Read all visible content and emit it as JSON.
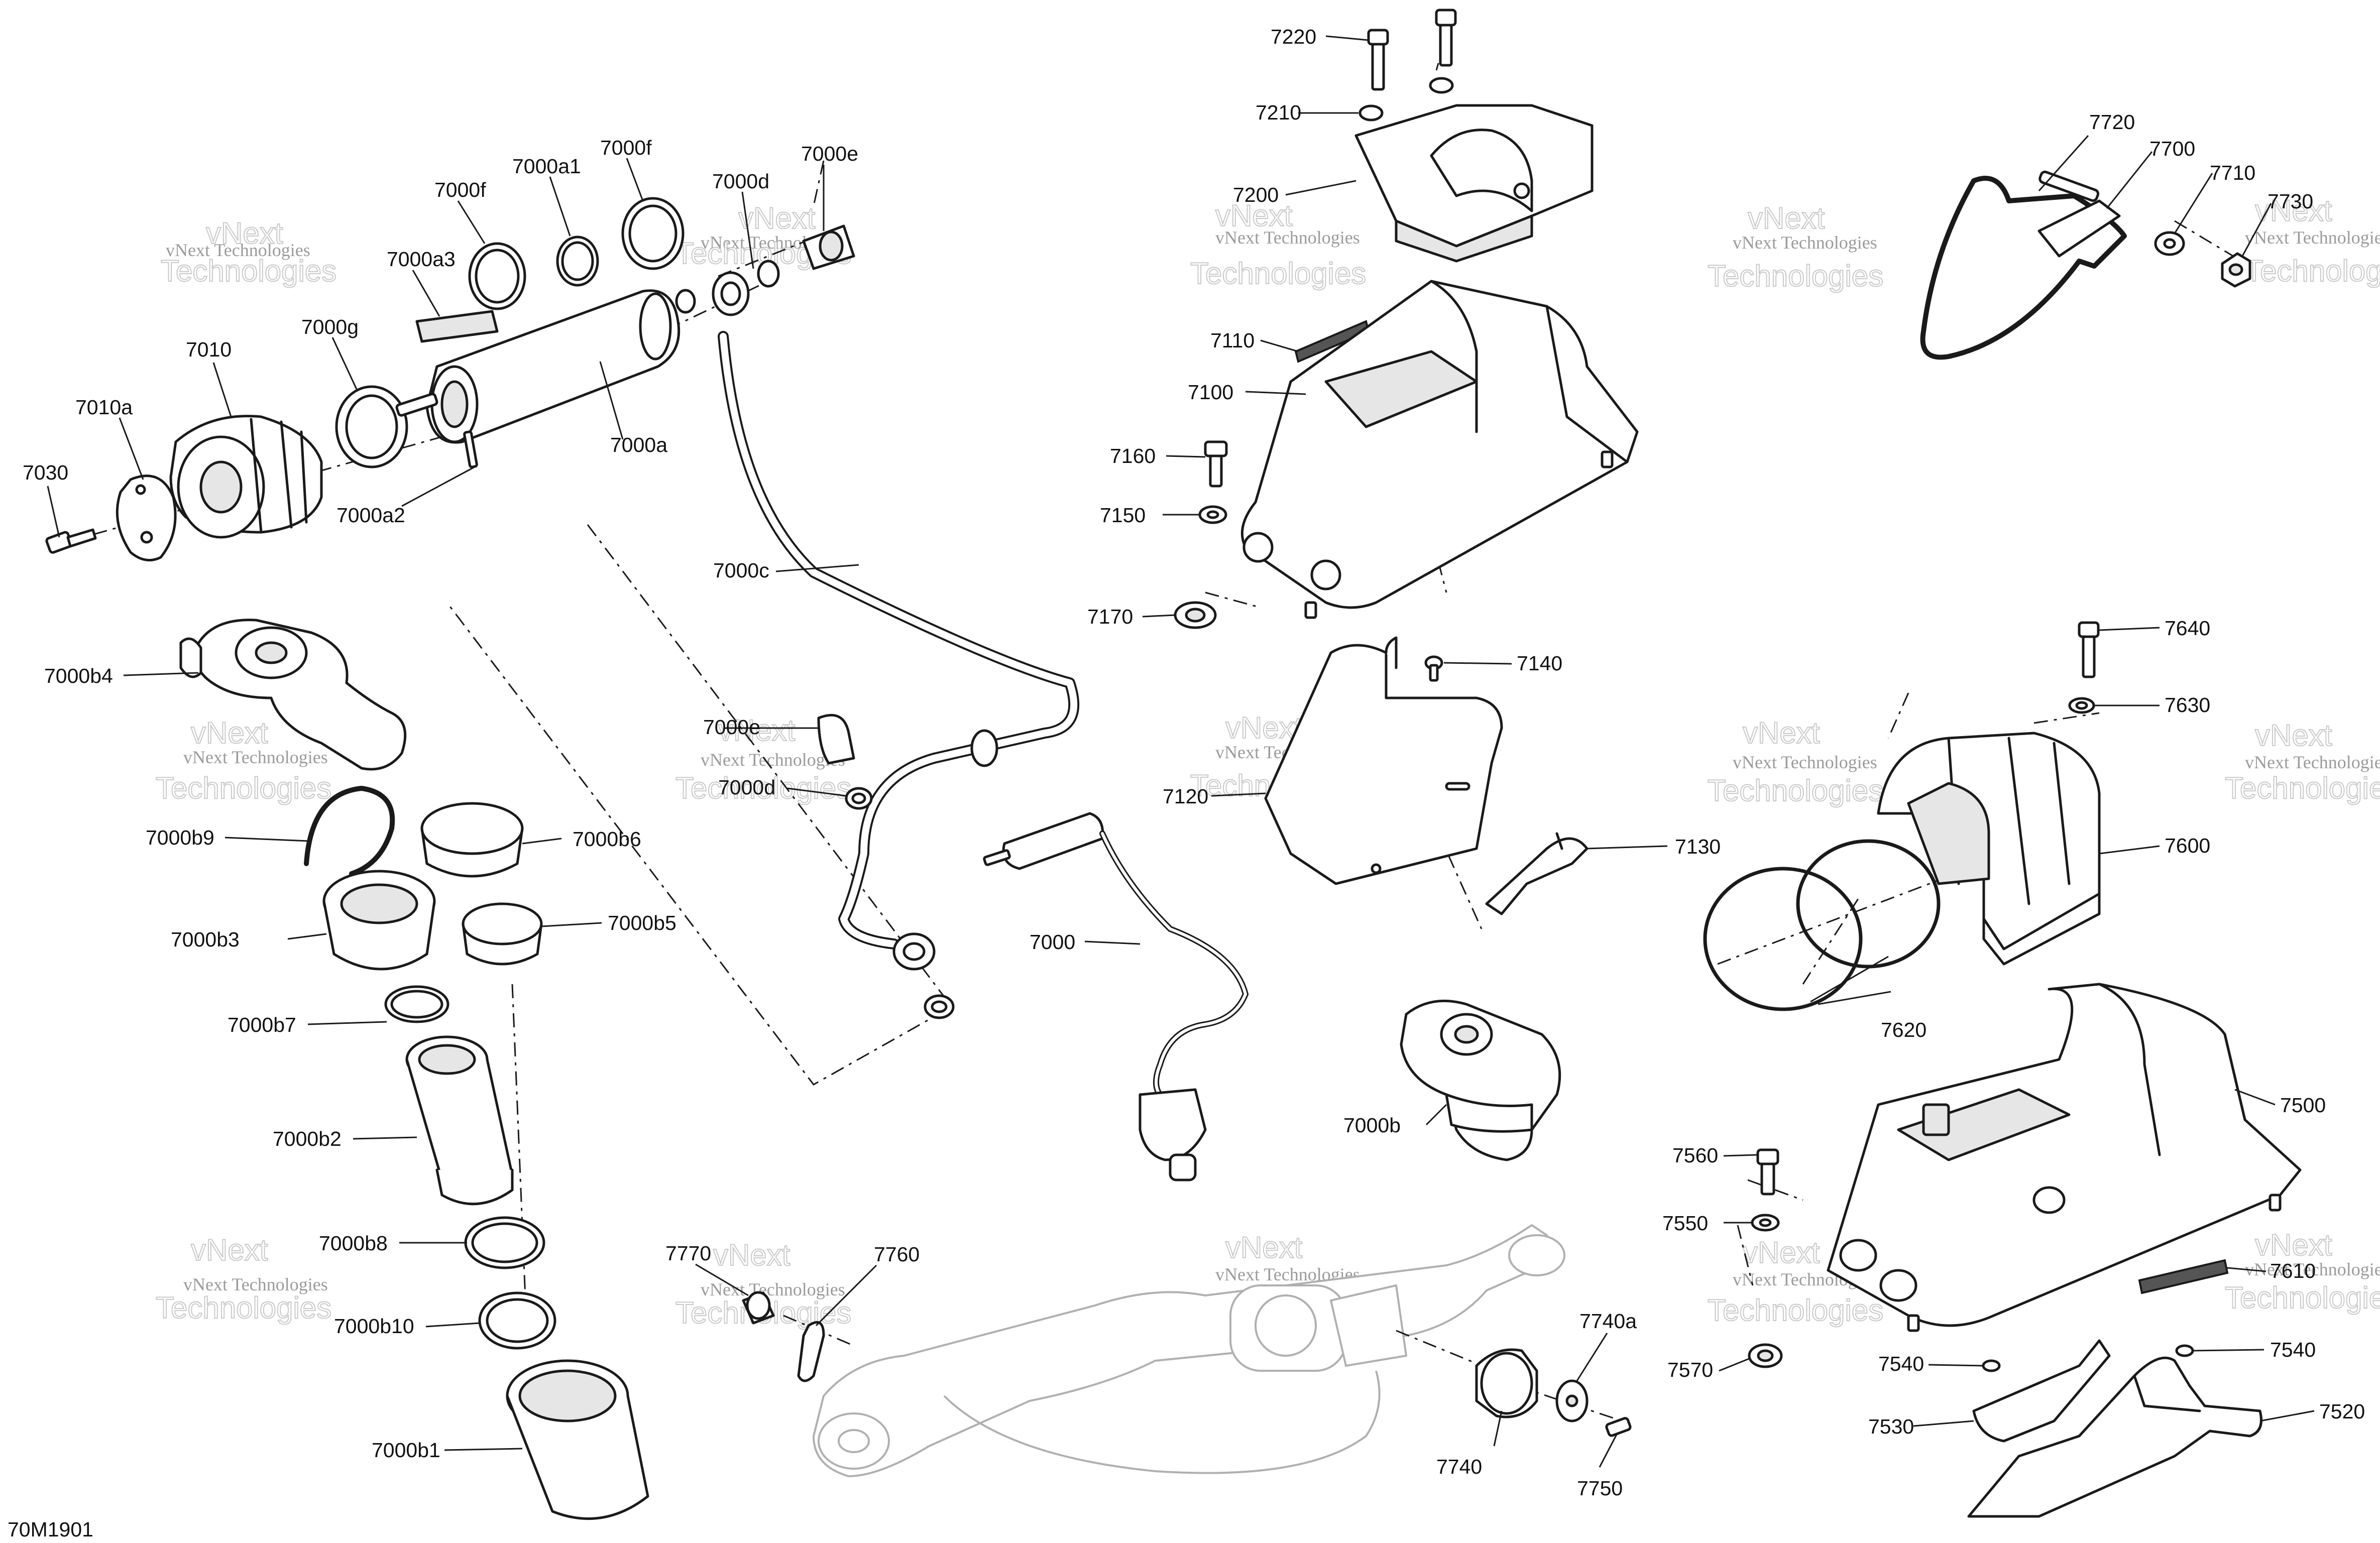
{
  "figure_code": "70M1901",
  "watermark": {
    "line1": "vNext Technologies",
    "line2": "vNext",
    "line3": "Technologies"
  },
  "part_labels": {
    "p7030": "7030",
    "p7010a": "7010a",
    "p7010": "7010",
    "p7000g": "7000g",
    "p7000a3": "7000a3",
    "p7000f_1": "7000f",
    "p7000a1": "7000a1",
    "p7000f_2": "7000f",
    "p7000d_1": "7000d",
    "p7000e_1": "7000e",
    "p7000a": "7000a",
    "p7000a2": "7000a2",
    "p7000c": "7000c",
    "p7000b4": "7000b4",
    "p7000b9": "7000b9",
    "p7000b6": "7000b6",
    "p7000b3": "7000b3",
    "p7000b5": "7000b5",
    "p7000b7": "7000b7",
    "p7000b2": "7000b2",
    "p7000b8": "7000b8",
    "p7000b10": "7000b10",
    "p7000b1": "7000b1",
    "p7000e_2": "7000e",
    "p7000d_2": "7000d",
    "p7000": "7000",
    "p7000b": "7000b",
    "p7220": "7220",
    "p7210": "7210",
    "p7200": "7200",
    "p7110": "7110",
    "p7100": "7100",
    "p7160": "7160",
    "p7150": "7150",
    "p7170": "7170",
    "p7140": "7140",
    "p7120": "7120",
    "p7130": "7130",
    "p7720": "7720",
    "p7700": "7700",
    "p7710": "7710",
    "p7730": "7730",
    "p7640": "7640",
    "p7630": "7630",
    "p7600": "7600",
    "p7620": "7620",
    "p7500": "7500",
    "p7560": "7560",
    "p7550": "7550",
    "p7610": "7610",
    "p7570": "7570",
    "p7540_1": "7540",
    "p7540_2": "7540",
    "p7530": "7530",
    "p7520": "7520",
    "p7770": "7770",
    "p7760": "7760",
    "p7740a": "7740a",
    "p7740": "7740",
    "p7750": "7750"
  }
}
